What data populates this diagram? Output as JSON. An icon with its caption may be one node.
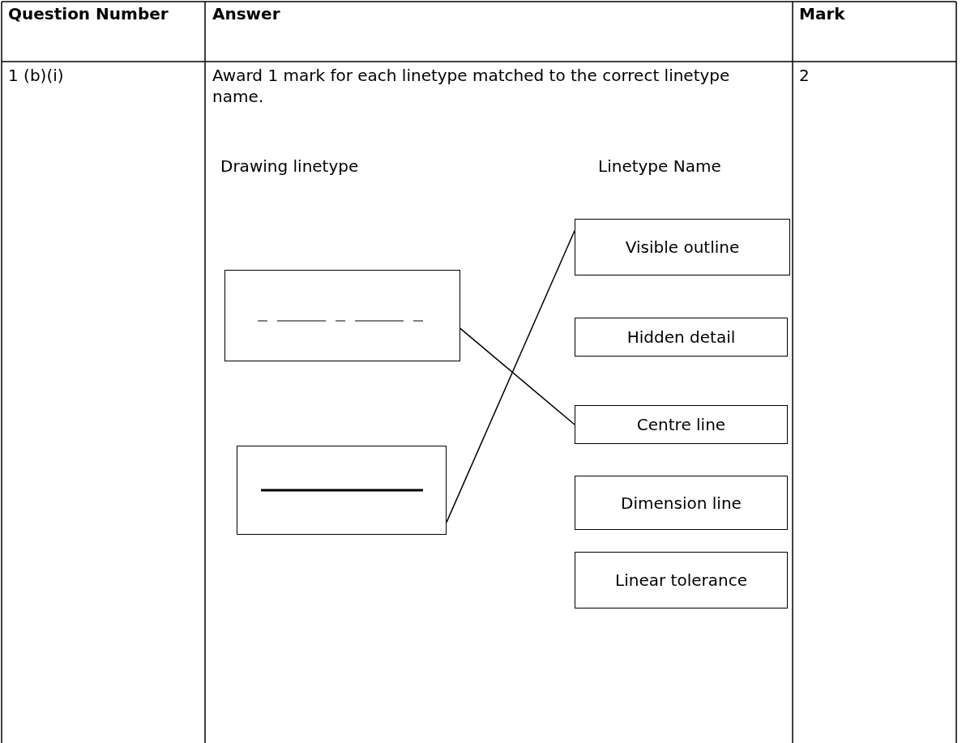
{
  "diagram": {
    "nodes": [
      {
        "text": [],
        "shape": "box"
      },
      {
        "text": [],
        "shape": "box"
      },
      {
        "text": [
          "Visible outline"
        ]
      },
      {
        "text": [
          "Hidden detail"
        ]
      },
      {
        "text": [
          "Centre line"
        ]
      },
      {
        "text": [
          "Dimension line"
        ]
      },
      {
        "text": [
          "Linear tolerance"
        ]
      }
    ],
    "edges": [
      {
        "from": 0,
        "to": 4,
        "arrow": "none"
      },
      {
        "from": 1,
        "to": 2,
        "arrow": "none"
      }
    ],
    "labels": [
      "Question Number",
      "Answer",
      "Mark",
      "1 (b)(i)",
      "Award 1 mark for each linetype matched to the correct linetype name.",
      "2",
      "Drawing linetype",
      "Linetype Name"
    ]
  }
}
